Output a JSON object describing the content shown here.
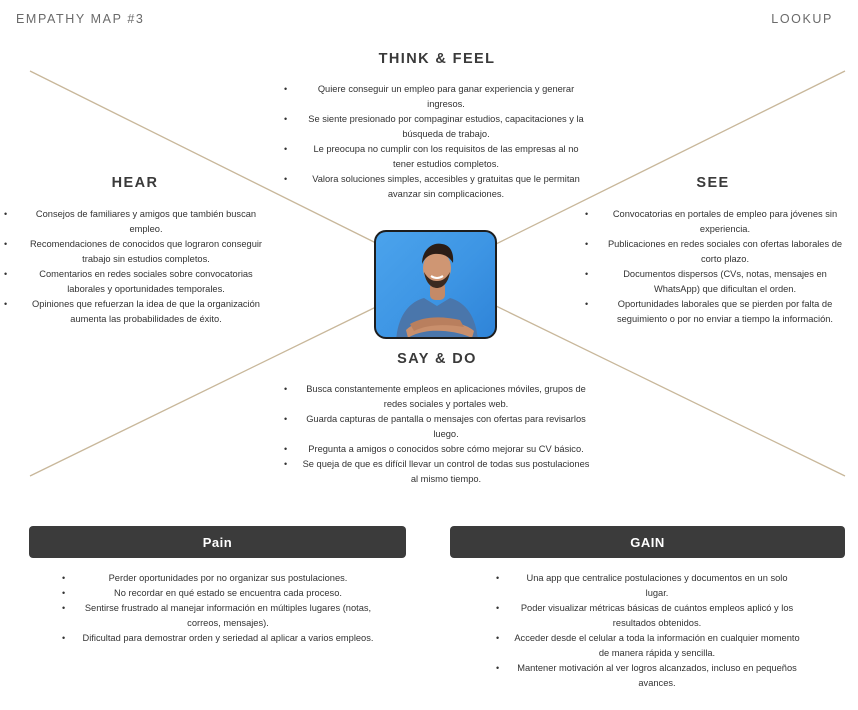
{
  "header": {
    "left_title": "EMPATHY MAP #3",
    "right_title": "LOOKUP"
  },
  "think_feel": {
    "title": "THINK & FEEL",
    "items": [
      "Quiere conseguir un empleo para ganar experiencia y generar ingresos.",
      "Se siente presionado por compaginar estudios, capacitaciones y la búsqueda de trabajo.",
      "Le preocupa no cumplir con los requisitos de las empresas al no tener estudios completos.",
      "Valora soluciones simples, accesibles y gratuitas que le permitan avanzar sin complicaciones."
    ]
  },
  "hear": {
    "title": "HEAR",
    "items": [
      "Consejos de familiares y amigos que también buscan empleo.",
      "Recomendaciones de conocidos que lograron conseguir trabajo sin estudios completos.",
      "Comentarios en redes sociales sobre convocatorias laborales y oportunidades temporales.",
      "Opiniones que refuerzan la idea de que la organización aumenta las probabilidades de éxito."
    ]
  },
  "see": {
    "title": "SEE",
    "items": [
      "Convocatorias en portales de empleo para jóvenes sin experiencia.",
      "Publicaciones en redes sociales con ofertas laborales de corto plazo.",
      "Documentos dispersos (CVs, notas, mensajes en WhatsApp) que dificultan el orden.",
      "Oportunidades laborales que se pierden por falta de seguimiento o por no enviar a tiempo la información."
    ]
  },
  "say_do": {
    "title": "SAY & DO",
    "items": [
      "Busca constantemente empleos en aplicaciones móviles, grupos de redes sociales y portales web.",
      "Guarda capturas de pantalla o mensajes con ofertas para revisarlos luego.",
      "Pregunta a amigos o conocidos sobre cómo mejorar su CV básico.",
      "Se queja de que es difícil llevar un control de todas sus postulaciones al mismo tiempo."
    ]
  },
  "pain": {
    "title": "Pain",
    "items": [
      "Perder oportunidades por no organizar sus postulaciones.",
      "No recordar en qué estado se encuentra cada proceso.",
      "Sentirse frustrado al manejar información en múltiples lugares (notas, correos, mensajes).",
      "Dificultad para demostrar orden y seriedad al aplicar a varios empleos."
    ]
  },
  "gain": {
    "title": "GAIN",
    "items": [
      "Una app que centralice postulaciones y documentos en un solo lugar.",
      "Poder visualizar métricas básicas de cuántos empleos aplicó y los resultados obtenidos.",
      "Acceder desde el celular a toda la información en cualquier momento de manera rápida y sencilla.",
      "Mantener motivación al ver logros alcanzados, incluso en pequeños avances."
    ]
  },
  "colors": {
    "line": "#c8b79a",
    "bar": "#3b3b3b",
    "avatar_bg": "#3d95e4"
  }
}
